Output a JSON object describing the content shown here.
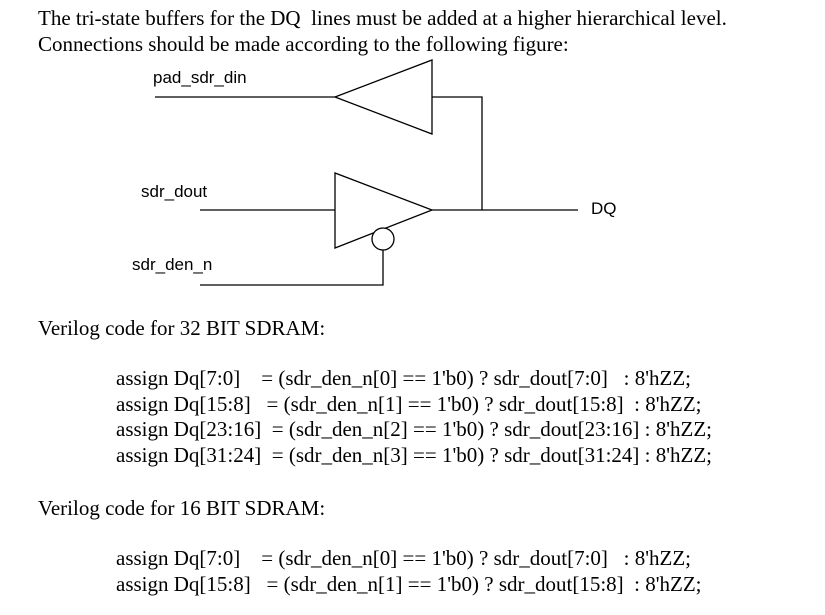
{
  "intro": {
    "line1": "The tri-state buffers for the DQ  lines must be added at a higher hierarchical level.",
    "line2": "Connections should be made according to the following figure:"
  },
  "diagram": {
    "signals": {
      "pad_sdr_din": "pad_sdr_din",
      "sdr_dout": "sdr_dout",
      "sdr_den_n": "sdr_den_n",
      "dq": "DQ"
    }
  },
  "section32": {
    "heading": "Verilog code for 32 BIT SDRAM:",
    "lines": [
      "assign Dq[7:0]    = (sdr_den_n[0] == 1'b0) ? sdr_dout[7:0]   : 8'hZZ;",
      "assign Dq[15:8]   = (sdr_den_n[1] == 1'b0) ? sdr_dout[15:8]  : 8'hZZ;",
      "assign Dq[23:16]  = (sdr_den_n[2] == 1'b0) ? sdr_dout[23:16] : 8'hZZ;",
      "assign Dq[31:24]  = (sdr_den_n[3] == 1'b0) ? sdr_dout[31:24] : 8'hZZ;"
    ]
  },
  "section16": {
    "heading": "Verilog code for 16 BIT SDRAM:",
    "lines": [
      "assign Dq[7:0]    = (sdr_den_n[0] == 1'b0) ? sdr_dout[7:0]   : 8'hZZ;",
      "assign Dq[15:8]   = (sdr_den_n[1] == 1'b0) ? sdr_dout[15:8]  : 8'hZZ;"
    ]
  }
}
